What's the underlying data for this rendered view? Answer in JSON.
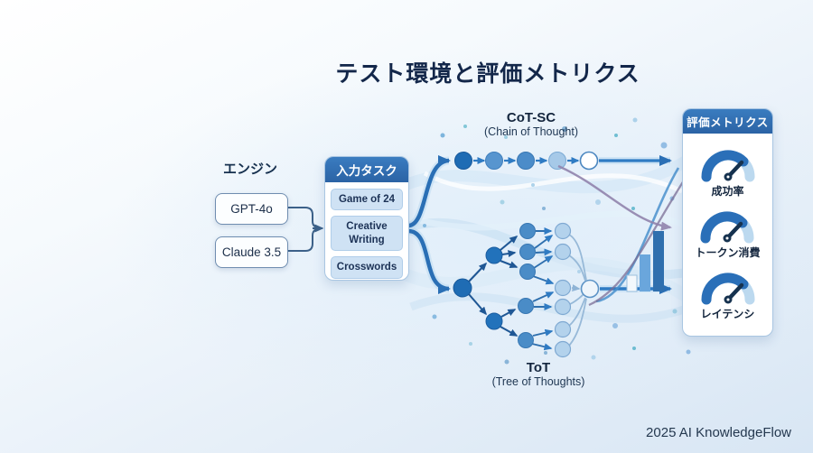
{
  "title": "テスト環境と評価メトリクス",
  "engine": {
    "label": "エンジン",
    "items": [
      "GPT-4o",
      "Claude 3.5"
    ]
  },
  "tasks": {
    "header": "入力タスク",
    "items": [
      "Game of 24",
      "Creative Writing",
      "Crosswords"
    ]
  },
  "methods": {
    "cot": {
      "name": "CoT-SC",
      "subtitle": "(Chain of Thought)"
    },
    "tot": {
      "name": "ToT",
      "subtitle": "(Tree of Thoughts)"
    }
  },
  "metrics": {
    "header": "評価メトリクス",
    "items": [
      {
        "label": "成功率",
        "icon": "gauge-icon"
      },
      {
        "label": "トークン消費",
        "icon": "gauge-icon"
      },
      {
        "label": "レイテンシ",
        "icon": "gauge-icon"
      }
    ]
  },
  "footer": "2025 AI KnowledgeFlow",
  "colors": {
    "header_bg": "#2f6db3",
    "arrow_blue": "#2f7bc3",
    "node_dark": "#1f6cb4",
    "node_mid": "#4a8cc7",
    "node_light": "#b3d2ec",
    "tree_edge": "#1f5795",
    "purple": "#8d80aa",
    "gauge_dark": "#2a6fb8",
    "gauge_light": "#bcd9ef",
    "needle": "#16324f",
    "title_text": "#13274a"
  }
}
